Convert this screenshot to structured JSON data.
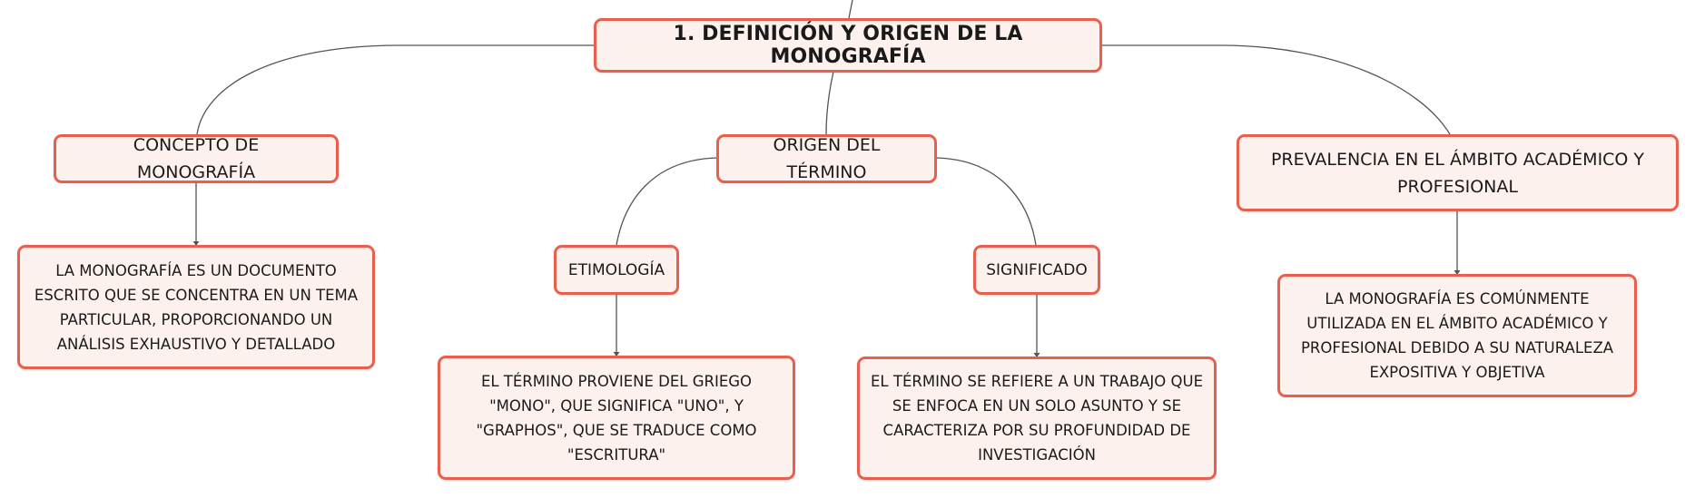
{
  "colors": {
    "border": "#e8604d",
    "fill": "#fdf1ee",
    "connector": "#555555",
    "text": "#1a1a1a"
  },
  "root": {
    "label": "1. DEFINICIÓN Y ORIGEN DE LA MONOGRAFÍA"
  },
  "branches": {
    "concepto": {
      "label": "CONCEPTO DE MONOGRAFÍA",
      "detail": "LA MONOGRAFÍA ES UN DOCUMENTO ESCRITO QUE SE CONCENTRA EN UN TEMA PARTICULAR, PROPORCIONANDO UN ANÁLISIS EXHAUSTIVO Y DETALLADO"
    },
    "origen": {
      "label": "ORIGEN DEL TÉRMINO",
      "etimologia": {
        "label": "ETIMOLOGÍA",
        "detail": "EL TÉRMINO PROVIENE DEL GRIEGO \"MONO\", QUE SIGNIFICA \"UNO\", Y \"GRAPHOS\", QUE SE TRADUCE COMO \"ESCRITURA\""
      },
      "significado": {
        "label": "SIGNIFICADO",
        "detail": "EL TÉRMINO SE REFIERE A UN TRABAJO QUE SE ENFOCA EN UN SOLO ASUNTO Y SE CARACTERIZA POR SU PROFUNDIDAD DE INVESTIGACIÓN"
      }
    },
    "prevalencia": {
      "label": "PREVALENCIA EN EL ÁMBITO ACADÉMICO Y PROFESIONAL",
      "detail": "LA MONOGRAFÍA ES COMÚNMENTE UTILIZADA EN EL ÁMBITO ACADÉMICO Y PROFESIONAL DEBIDO A SU NATURALEZA EXPOSITIVA Y OBJETIVA"
    }
  }
}
